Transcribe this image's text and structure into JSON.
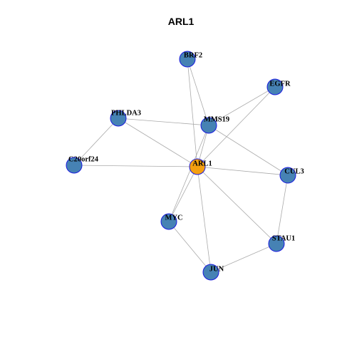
{
  "title": "ARL1",
  "colors": {
    "center_fill": "#F5A010",
    "node_fill": "#4682B4",
    "node_stroke": "#1A1AE0",
    "edge": "#AAAAAA"
  },
  "nodes": [
    {
      "id": "ARL1",
      "label": "ARL1",
      "center": true
    },
    {
      "id": "BRF2",
      "label": "BRF2"
    },
    {
      "id": "EGFR",
      "label": "EGFR"
    },
    {
      "id": "PHLDA3",
      "label": "PHLDA3"
    },
    {
      "id": "MMS19",
      "label": "MMS19"
    },
    {
      "id": "C20orf24",
      "label": "C20orf24"
    },
    {
      "id": "CUL3",
      "label": "CUL3"
    },
    {
      "id": "MYC",
      "label": "MYC"
    },
    {
      "id": "STAU1",
      "label": "STAU1"
    },
    {
      "id": "JUN",
      "label": "JUN"
    }
  ],
  "edges": [
    [
      "ARL1",
      "BRF2"
    ],
    [
      "ARL1",
      "EGFR"
    ],
    [
      "ARL1",
      "PHLDA3"
    ],
    [
      "ARL1",
      "MMS19"
    ],
    [
      "ARL1",
      "C20orf24"
    ],
    [
      "ARL1",
      "CUL3"
    ],
    [
      "ARL1",
      "MYC"
    ],
    [
      "ARL1",
      "STAU1"
    ],
    [
      "ARL1",
      "JUN"
    ],
    [
      "BRF2",
      "MMS19"
    ],
    [
      "EGFR",
      "MMS19"
    ],
    [
      "PHLDA3",
      "MMS19"
    ],
    [
      "PHLDA3",
      "C20orf24"
    ],
    [
      "MMS19",
      "CUL3"
    ],
    [
      "MMS19",
      "MYC"
    ],
    [
      "CUL3",
      "STAU1"
    ],
    [
      "MYC",
      "JUN"
    ],
    [
      "STAU1",
      "JUN"
    ]
  ]
}
